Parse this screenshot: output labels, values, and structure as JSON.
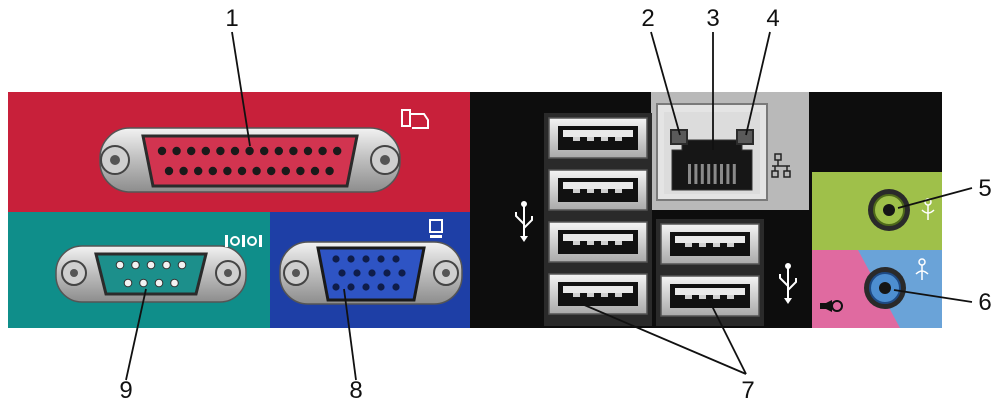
{
  "callouts": [
    {
      "id": "1",
      "label": "1"
    },
    {
      "id": "2",
      "label": "2"
    },
    {
      "id": "3",
      "label": "3"
    },
    {
      "id": "4",
      "label": "4"
    },
    {
      "id": "5",
      "label": "5"
    },
    {
      "id": "6",
      "label": "6"
    },
    {
      "id": "7",
      "label": "7"
    },
    {
      "id": "8",
      "label": "8"
    },
    {
      "id": "9",
      "label": "9"
    }
  ],
  "colors": {
    "parallel_panel": "#c8203a",
    "serial_panel": "#0f8e8a",
    "vga_panel": "#1e3fa6",
    "io_panel": "#0d0d0d",
    "audio_line_in": "#9fc04a",
    "audio_mic": "#e06aa0",
    "audio_line_out_blue": "#6aa3d8",
    "metal": "#c7c7c7",
    "port_dark": "#1a1a1a"
  },
  "icons": {
    "parallel": "printer-icon",
    "serial": "serial-port-icon",
    "vga": "monitor-icon",
    "network": "network-icon",
    "usb": "usb-icon",
    "line_out": "line-out-icon",
    "line_in": "line-in-icon",
    "microphone": "microphone-icon"
  }
}
